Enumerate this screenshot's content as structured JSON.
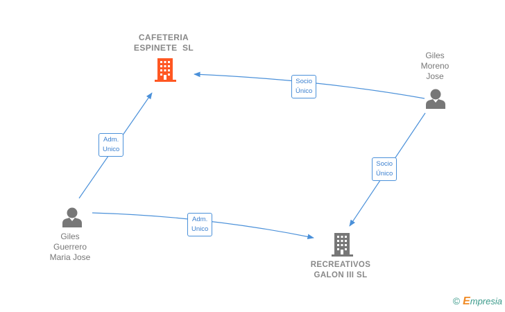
{
  "nodes": {
    "cafeteria": {
      "line1": "CAFETERIA",
      "line2": "ESPINETE  SL",
      "color": "#ff5722"
    },
    "recreativos": {
      "line1": "RECREATIVOS",
      "line2": "GALON III SL",
      "color": "#777777"
    },
    "giles_moreno": {
      "line1": "Giles",
      "line2": "Moreno",
      "line3": "Jose"
    },
    "giles_guerrero": {
      "line1": "Giles",
      "line2": "Guerrero",
      "line3": "Maria Jose"
    }
  },
  "edges": {
    "moreno_to_cafeteria": {
      "line1": "Socio",
      "line2": "Único"
    },
    "moreno_to_recreativos": {
      "line1": "Socio",
      "line2": "Único"
    },
    "guerrero_to_cafeteria": {
      "line1": "Adm.",
      "line2": "Unico"
    },
    "guerrero_to_recreativos": {
      "line1": "Adm.",
      "line2": "Unico"
    }
  },
  "colors": {
    "edge": "#4a90d9",
    "person": "#777777"
  },
  "brand": {
    "copyright": "©",
    "initial": "E",
    "name": "mpresia"
  }
}
